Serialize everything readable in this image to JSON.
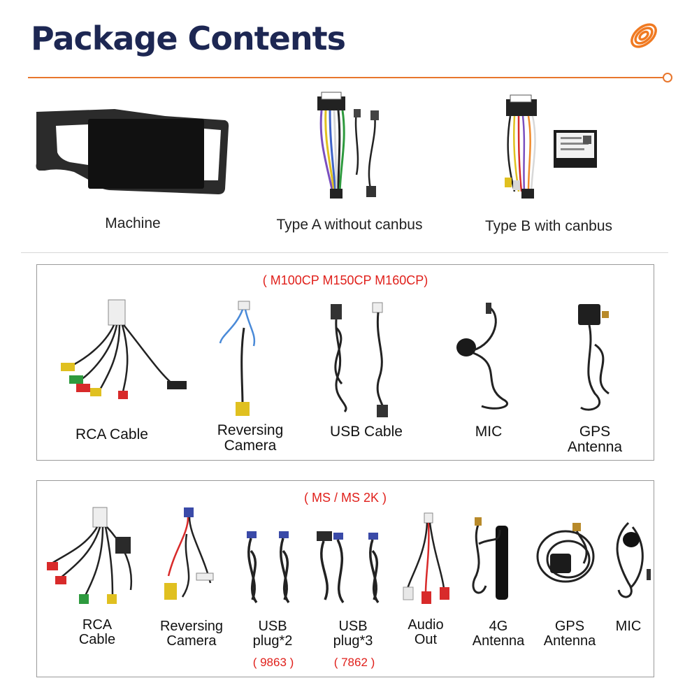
{
  "page": {
    "title": "Package Contents",
    "accent": "#e8762c",
    "title_color": "#1d2753",
    "highlight": "#e0201b"
  },
  "top": {
    "machine": "Machine",
    "type_a": "Type A without canbus",
    "type_b": "Type B with canbus"
  },
  "box1": {
    "title": "( M100CP M150CP M160CP)",
    "items": [
      "RCA Cable",
      "Reversing\nCamera",
      "USB Cable",
      "MIC",
      "GPS\nAntenna"
    ]
  },
  "box2": {
    "title": "( MS / MS 2K )",
    "items": [
      "RCA\nCable",
      "Reversing\nCamera",
      "USB\nplug*2",
      "USB\nplug*3",
      "Audio\nOut",
      "4G\nAntenna",
      "GPS\nAntenna",
      "MIC"
    ],
    "codes": [
      "( 9863 )",
      "( 7862 )"
    ]
  }
}
